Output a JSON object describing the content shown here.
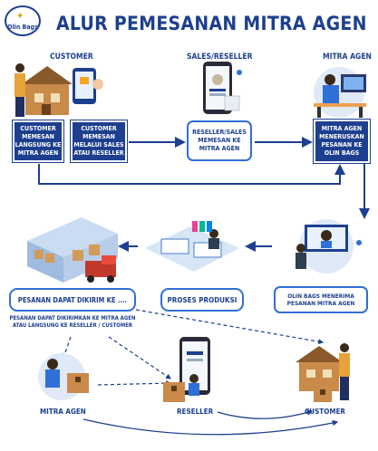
{
  "brand": {
    "name": "Olin Bags"
  },
  "title": "ALUR PEMESANAN MITRA AGEN",
  "columns": {
    "customer": "CUSTOMER",
    "sales_reseller": "SALES/RESELLER",
    "mitra_agen": "MITRA AGEN"
  },
  "top_boxes": {
    "customer_direct": "CUSTOMER MEMESAN LANGSUNG KE MITRA AGEN",
    "customer_via_sales": "CUSTOMER MEMESAN MELALUI SALES ATAU RESELLER",
    "reseller_order": "RESELLER/SALES MEMESAN KE MITRA AGEN",
    "mitra_forward": "MITRA AGEN MENERUSKAN PESANAN KE OLIN BAGS"
  },
  "middle": {
    "olin_receive": "OLIN BAGS MENERIMA PESANAN MITRA AGEN",
    "production": "PROSES PRODUKSI",
    "shipping": "PESANAN DAPAT DIKIRIM KE ....",
    "shipping_note": "PESANAN DAPAT DIKIRIMKAN KE MITRA AGEN ATAU LANGSUNG KE RESELLER / CUSTOMER"
  },
  "bottom": {
    "mitra_agen": "MITRA AGEN",
    "reseller": "RESELLER",
    "customer": "CUSTOMER"
  },
  "colors": {
    "primary": "#1d3f8f",
    "accent": "#2f6fd8",
    "box_border": "#ffffff"
  }
}
